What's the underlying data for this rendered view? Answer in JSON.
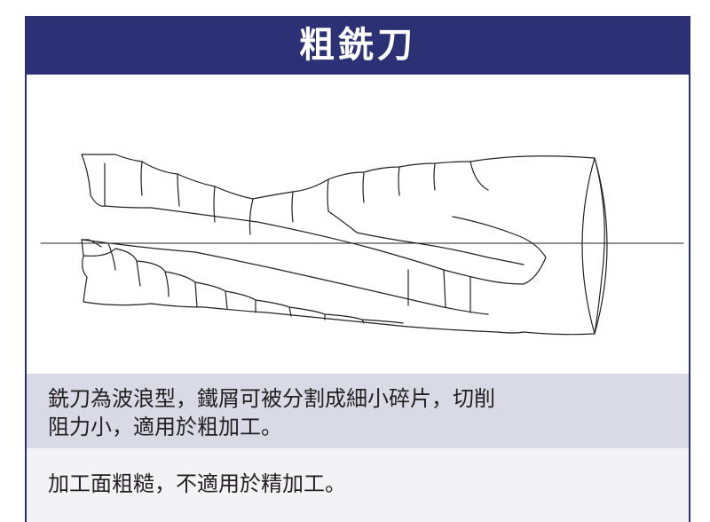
{
  "header": {
    "title": "粗銑刀"
  },
  "description": {
    "line1": "銑刀為波浪型，鐵屑可被分割成細小碎片，切削",
    "line2": "阻力小，適用於粗加工。",
    "line3": "加工面粗糙，不適用於精加工。"
  },
  "colors": {
    "header_bg": "#2b3174",
    "band_primary": "#d9dae5",
    "band_secondary": "#f3f3f6",
    "text": "#231f20"
  }
}
